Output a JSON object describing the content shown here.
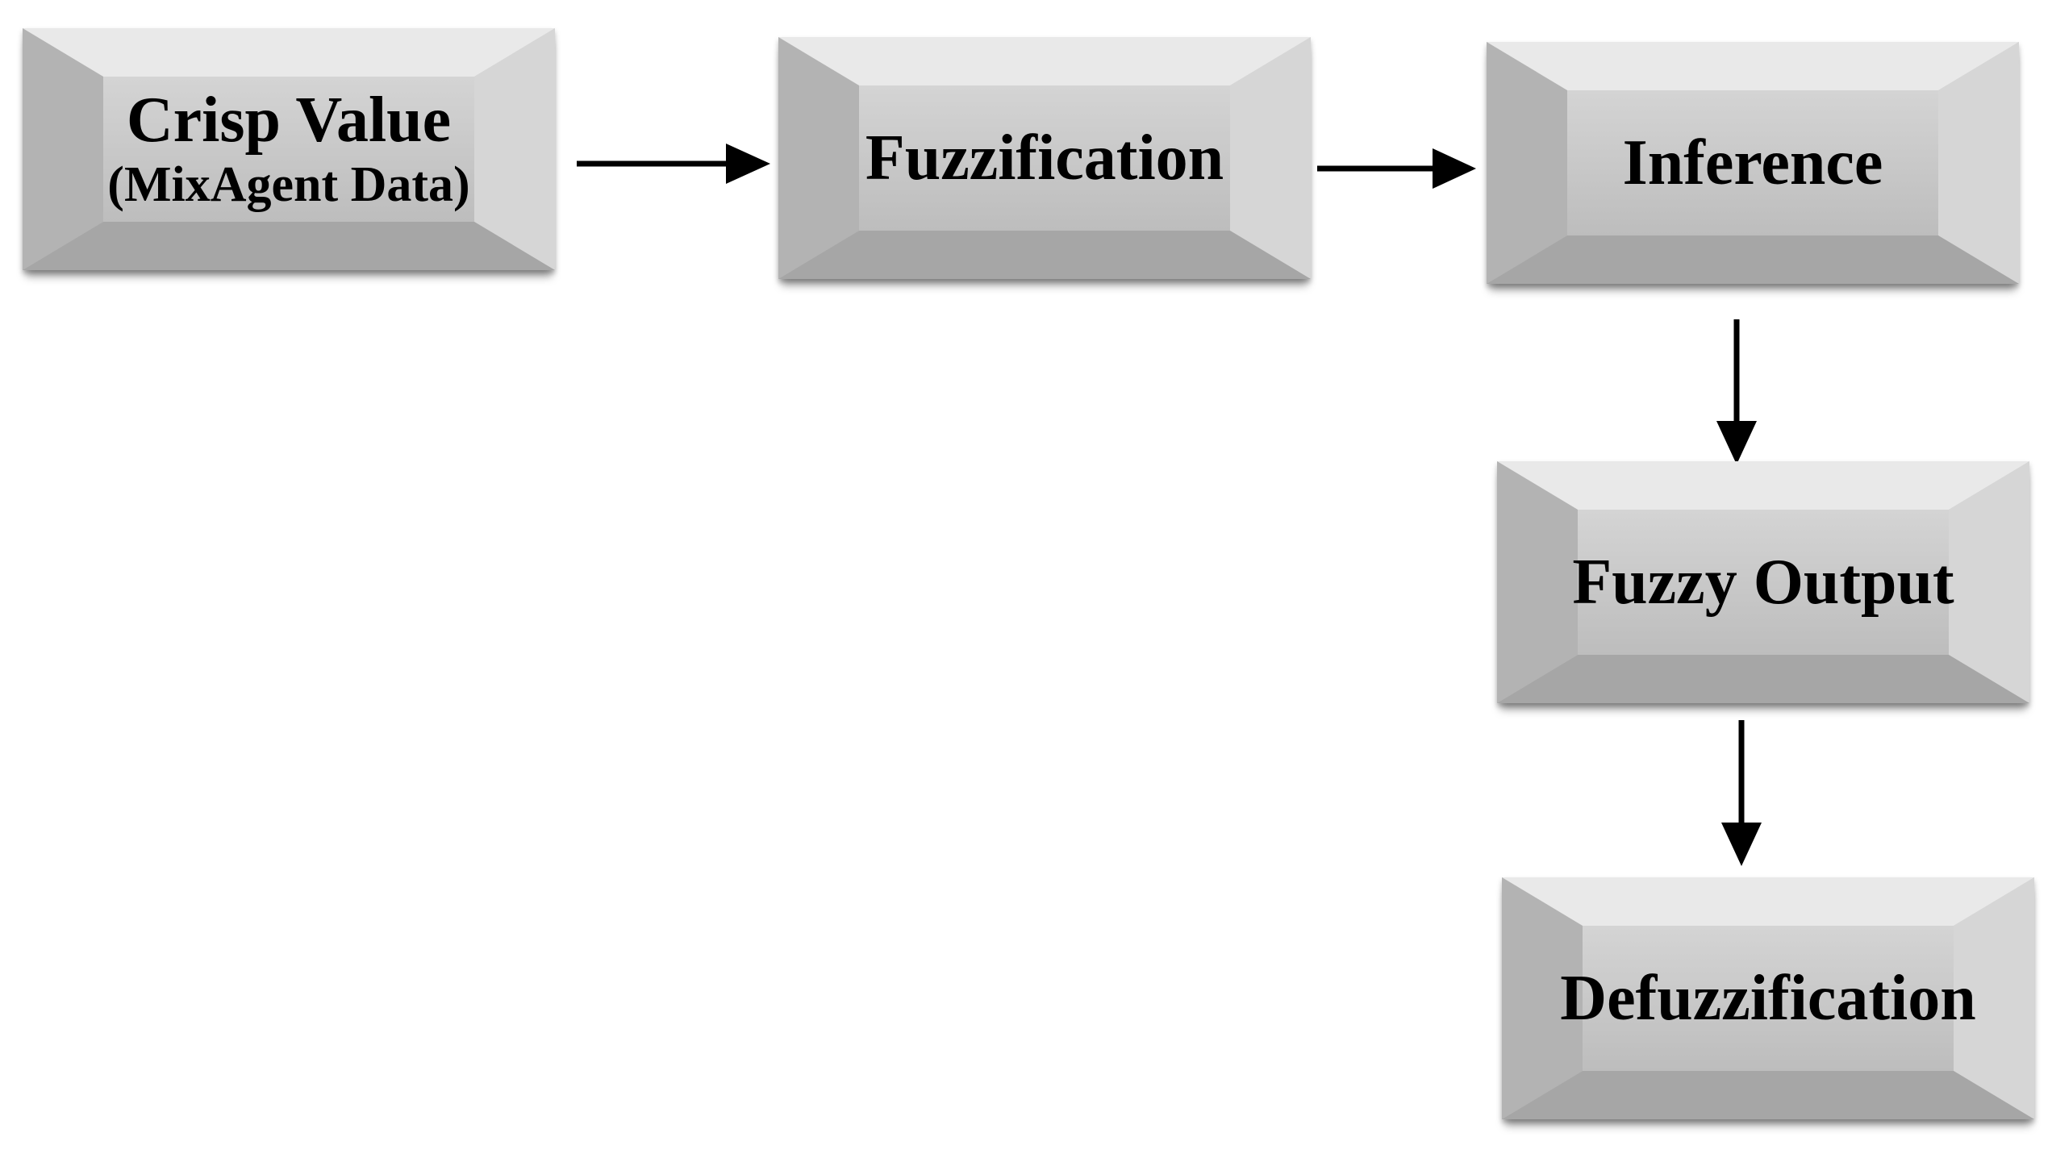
{
  "diagram": {
    "nodes": [
      {
        "id": "crisp",
        "title": "Crisp Value",
        "subtitle": "(MixAgent Data)"
      },
      {
        "id": "fuzzification",
        "title": "Fuzzification"
      },
      {
        "id": "inference",
        "title": "Inference"
      },
      {
        "id": "fuzzy_output",
        "title": "Fuzzy Output"
      },
      {
        "id": "defuzzification",
        "title": "Defuzzification"
      }
    ],
    "edges": [
      {
        "from": "crisp",
        "to": "fuzzification"
      },
      {
        "from": "fuzzification",
        "to": "inference"
      },
      {
        "from": "inference",
        "to": "fuzzy_output"
      },
      {
        "from": "fuzzy_output",
        "to": "defuzzification"
      }
    ]
  },
  "colors": {
    "box_face": "#c4c4c4",
    "box_top": "#efefef",
    "box_left": "#b2b2b2",
    "box_right": "#d8d8d8",
    "box_bottom": "#9c9c9c",
    "arrow": "#000000",
    "text": "#000000"
  }
}
